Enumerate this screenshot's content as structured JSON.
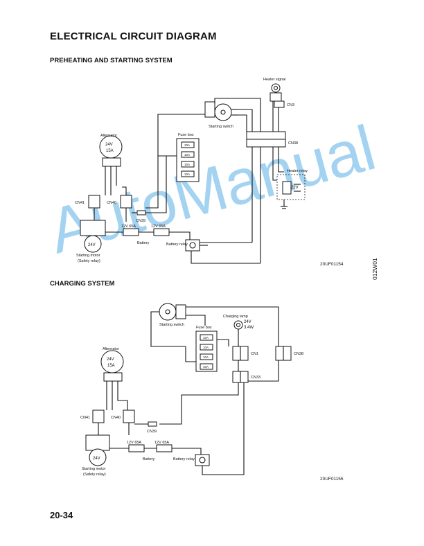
{
  "page": {
    "title": "ELECTRICAL CIRCUIT DIAGRAM",
    "page_number": "20-34",
    "side_code": "012W01",
    "watermark": "AutoManual"
  },
  "preheating": {
    "heading": "PREHEATING AND STARTING SYSTEM",
    "figure_code": "20UF01154",
    "labels": {
      "heater_signal": "Heater signal",
      "starting_switch": "Starting switch",
      "alternator": "Alternator",
      "alt_v": "24V",
      "alt_a": "15A",
      "fuse_box": "Fuse box",
      "fuse": "10A",
      "cn3": "CN3",
      "cn38": "CN38",
      "heater_relay": "Heater relay",
      "relay_v": "22V",
      "cn41": "CN41",
      "cn40": "CN40",
      "cn39": "CN39",
      "bat1": "12V 65A",
      "bat2": "12V 65A",
      "battery": "Battery",
      "battery_relay": "Battery relay",
      "starting_motor": "Starting motor",
      "safety_relay": "(Safety relay)",
      "motor_v": "24V"
    }
  },
  "charging": {
    "heading": "CHARGING SYSTEM",
    "figure_code": "20UF01155",
    "labels": {
      "starting_switch": "Starting switch",
      "charging_lamp": "Charging lamp",
      "lamp_v": "24V",
      "lamp_w": "3.4W",
      "fuse_box": "Fuse box",
      "fuse": "10A",
      "alternator": "Alternator",
      "alt_v": "24V",
      "alt_a": "15A",
      "cn1": "CN1",
      "cn38": "CN38",
      "cn33": "CN33",
      "cn41": "CN41",
      "cn40": "CN40",
      "cn39": "CN39",
      "bat1": "12V 65A",
      "bat2": "12V 65A",
      "battery": "Battery",
      "battery_relay": "Battery relay",
      "starting_motor": "Starting motor",
      "safety_relay": "(Safety relay)",
      "motor_v": "24V"
    }
  }
}
